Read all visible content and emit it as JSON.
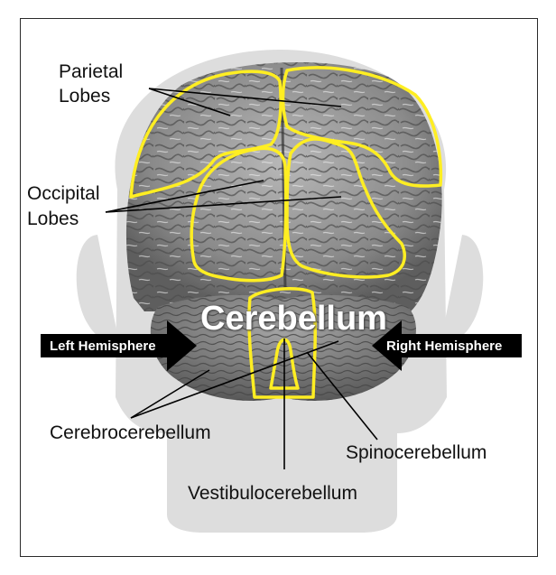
{
  "labels": {
    "parietal_line1": "Parietal",
    "parietal_line2": "Lobes",
    "occipital_line1": "Occipital",
    "occipital_line2": "Lobes",
    "cerebellum": "Cerebellum",
    "left_hemisphere": "Left Hemisphere",
    "right_hemisphere": "Right Hemisphere",
    "cerebrocerebellum": "Cerebrocerebellum",
    "spinocerebellum": "Spinocerebellum",
    "vestibulocerebellum": "Vestibulocerebellum"
  },
  "colors": {
    "outline": "#ffee22",
    "head_silhouette": "#dcdcdc",
    "brain": "#8f8f8f",
    "arrow": "#000000"
  }
}
